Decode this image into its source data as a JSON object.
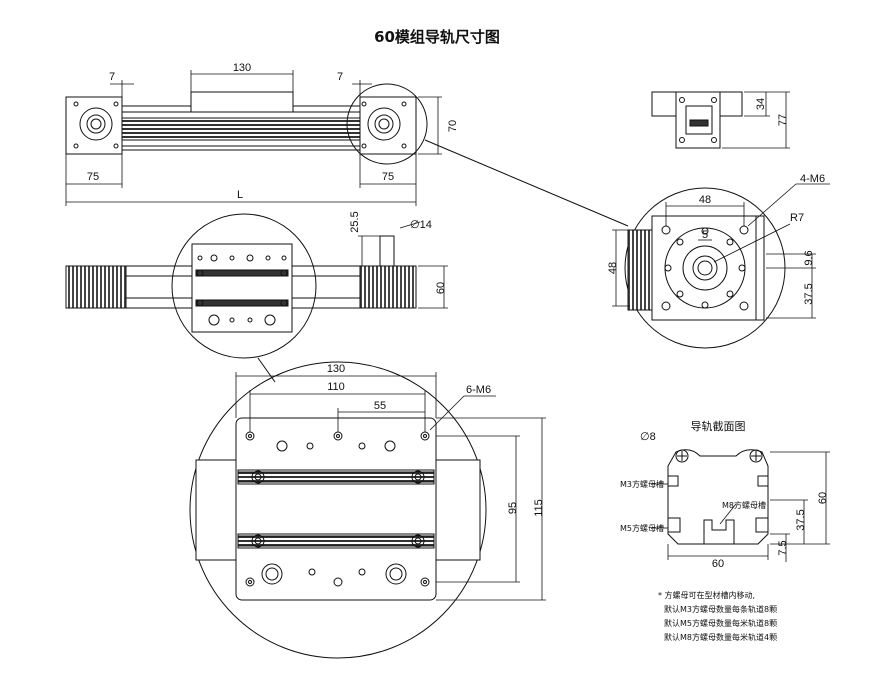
{
  "title": "60模组导轨尺寸图",
  "top_view": {
    "dim_7_left": "7",
    "dim_130": "130",
    "dim_7_right": "7",
    "dim_70": "70",
    "dim_75_left": "75",
    "dim_75_right": "75",
    "dim_L": "L"
  },
  "end_view": {
    "dim_34": "34",
    "dim_77": "77"
  },
  "motor_detail": {
    "dim_4m6": "4-M6",
    "dim_48_top": "48",
    "dim_R7": "R7",
    "dim_5": "5",
    "dim_9_6": "9.6",
    "dim_48_side": "48",
    "dim_37_5": "37.5"
  },
  "side_view": {
    "dim_25_5": "25.5",
    "dim_phi14": "∅14",
    "dim_60": "60"
  },
  "carriage_detail": {
    "dim_130": "130",
    "dim_110": "110",
    "dim_55": "55",
    "dim_6m6": "6-M6",
    "dim_95": "95",
    "dim_115": "115"
  },
  "section": {
    "title": "导轨截面图",
    "dim_phi8": "∅8",
    "label_m3": "M3方螺母槽",
    "label_m8": "M8方螺母槽",
    "label_m5": "M5方螺母槽",
    "dim_37_5": "37.5",
    "dim_60_side": "60",
    "dim_60_bottom": "60",
    "dim_7_5": "7.5"
  },
  "notes": [
    "* 方螺母可在型材槽内移动,",
    "默认M3方螺母数量每条轨道8颗",
    "默认M5方螺母数量每米轨道8颗",
    "默认M8方螺母数量每米轨道4颗"
  ]
}
